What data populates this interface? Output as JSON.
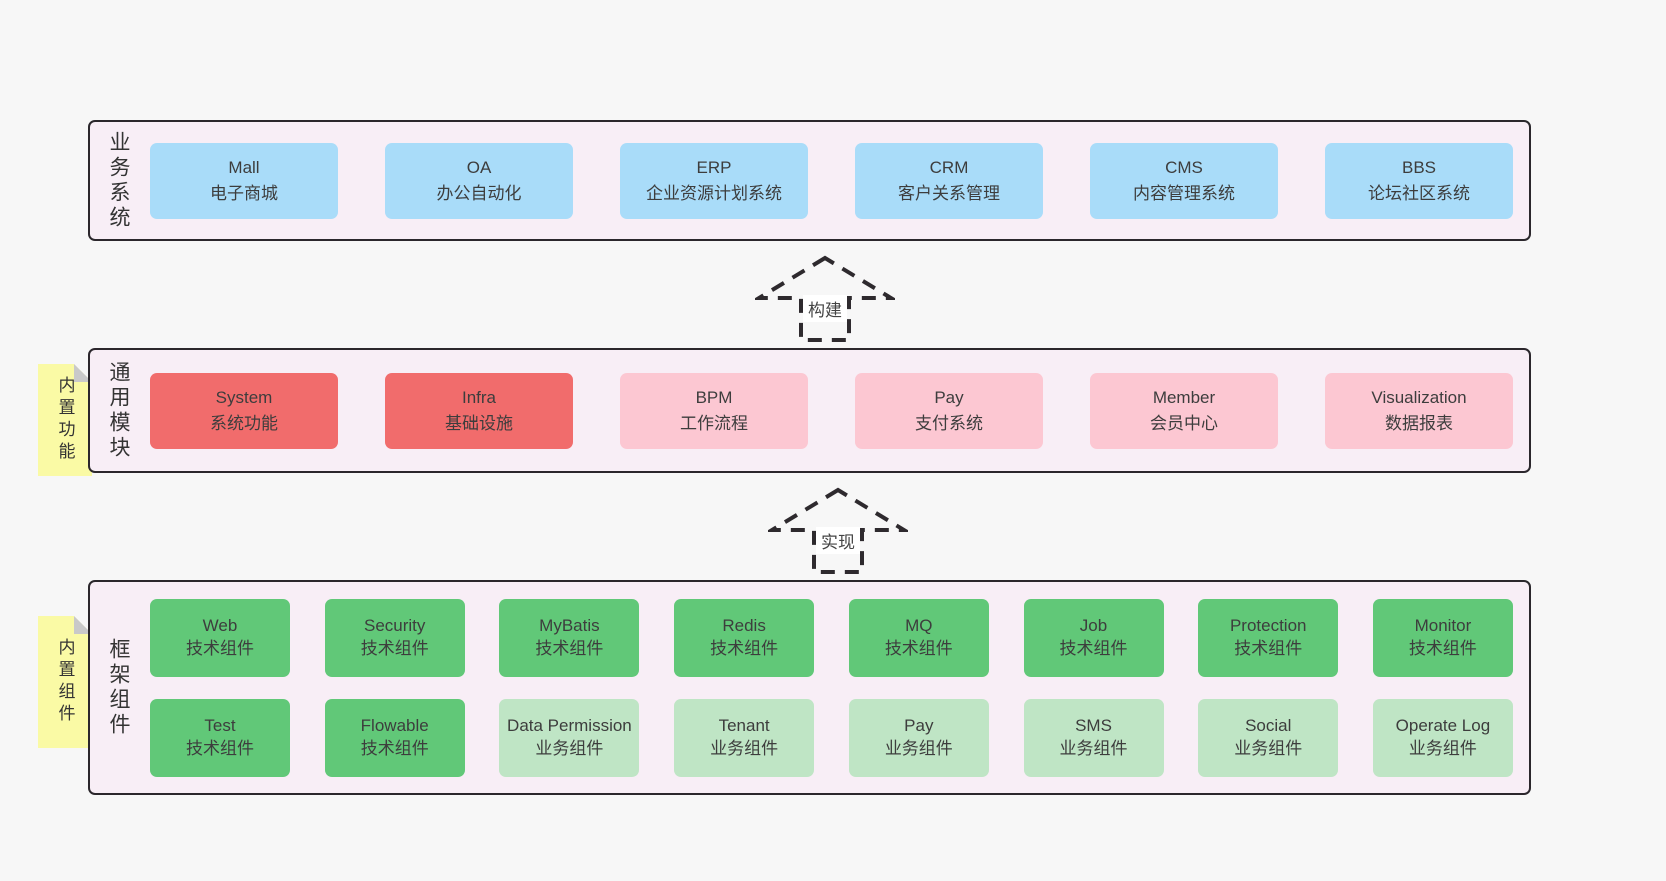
{
  "diagram": {
    "background": "#f7f7f7",
    "panel_background": "#f8eef6",
    "colors": {
      "blue": "#a9dcf9",
      "red": "#f16c6c",
      "pink": "#fcc7d2",
      "green": "#61c878",
      "light_green": "#bfe5c5",
      "sticky_yellow": "#fafaa5"
    }
  },
  "bands": [
    {
      "label": "业务系统",
      "boxes": [
        {
          "title": "Mall",
          "subtitle": "电子商城"
        },
        {
          "title": "OA",
          "subtitle": "办公自动化"
        },
        {
          "title": "ERP",
          "subtitle": "企业资源计划系统"
        },
        {
          "title": "CRM",
          "subtitle": "客户关系管理"
        },
        {
          "title": "CMS",
          "subtitle": "内容管理系统"
        },
        {
          "title": "BBS",
          "subtitle": "论坛社区系统"
        }
      ]
    },
    {
      "label": "通用模块",
      "sticky": "内置功能",
      "boxes": [
        {
          "title": "System",
          "subtitle": "系统功能"
        },
        {
          "title": "Infra",
          "subtitle": "基础设施"
        },
        {
          "title": "BPM",
          "subtitle": "工作流程"
        },
        {
          "title": "Pay",
          "subtitle": "支付系统"
        },
        {
          "title": "Member",
          "subtitle": "会员中心"
        },
        {
          "title": "Visualization",
          "subtitle": "数据报表"
        }
      ]
    },
    {
      "label": "框架组件",
      "sticky": "内置组件",
      "row1": [
        {
          "title": "Web",
          "subtitle": "技术组件"
        },
        {
          "title": "Security",
          "subtitle": "技术组件"
        },
        {
          "title": "MyBatis",
          "subtitle": "技术组件"
        },
        {
          "title": "Redis",
          "subtitle": "技术组件"
        },
        {
          "title": "MQ",
          "subtitle": "技术组件"
        },
        {
          "title": "Job",
          "subtitle": "技术组件"
        },
        {
          "title": "Protection",
          "subtitle": "技术组件"
        },
        {
          "title": "Monitor",
          "subtitle": "技术组件"
        }
      ],
      "row2": [
        {
          "title": "Test",
          "subtitle": "技术组件"
        },
        {
          "title": "Flowable",
          "subtitle": "技术组件"
        },
        {
          "title": "Data Permission",
          "subtitle": "业务组件"
        },
        {
          "title": "Tenant",
          "subtitle": "业务组件"
        },
        {
          "title": "Pay",
          "subtitle": "业务组件"
        },
        {
          "title": "SMS",
          "subtitle": "业务组件"
        },
        {
          "title": "Social",
          "subtitle": "业务组件"
        },
        {
          "title": "Operate Log",
          "subtitle": "业务组件"
        }
      ]
    }
  ],
  "arrows": [
    {
      "label": "构建"
    },
    {
      "label": "实现"
    }
  ]
}
